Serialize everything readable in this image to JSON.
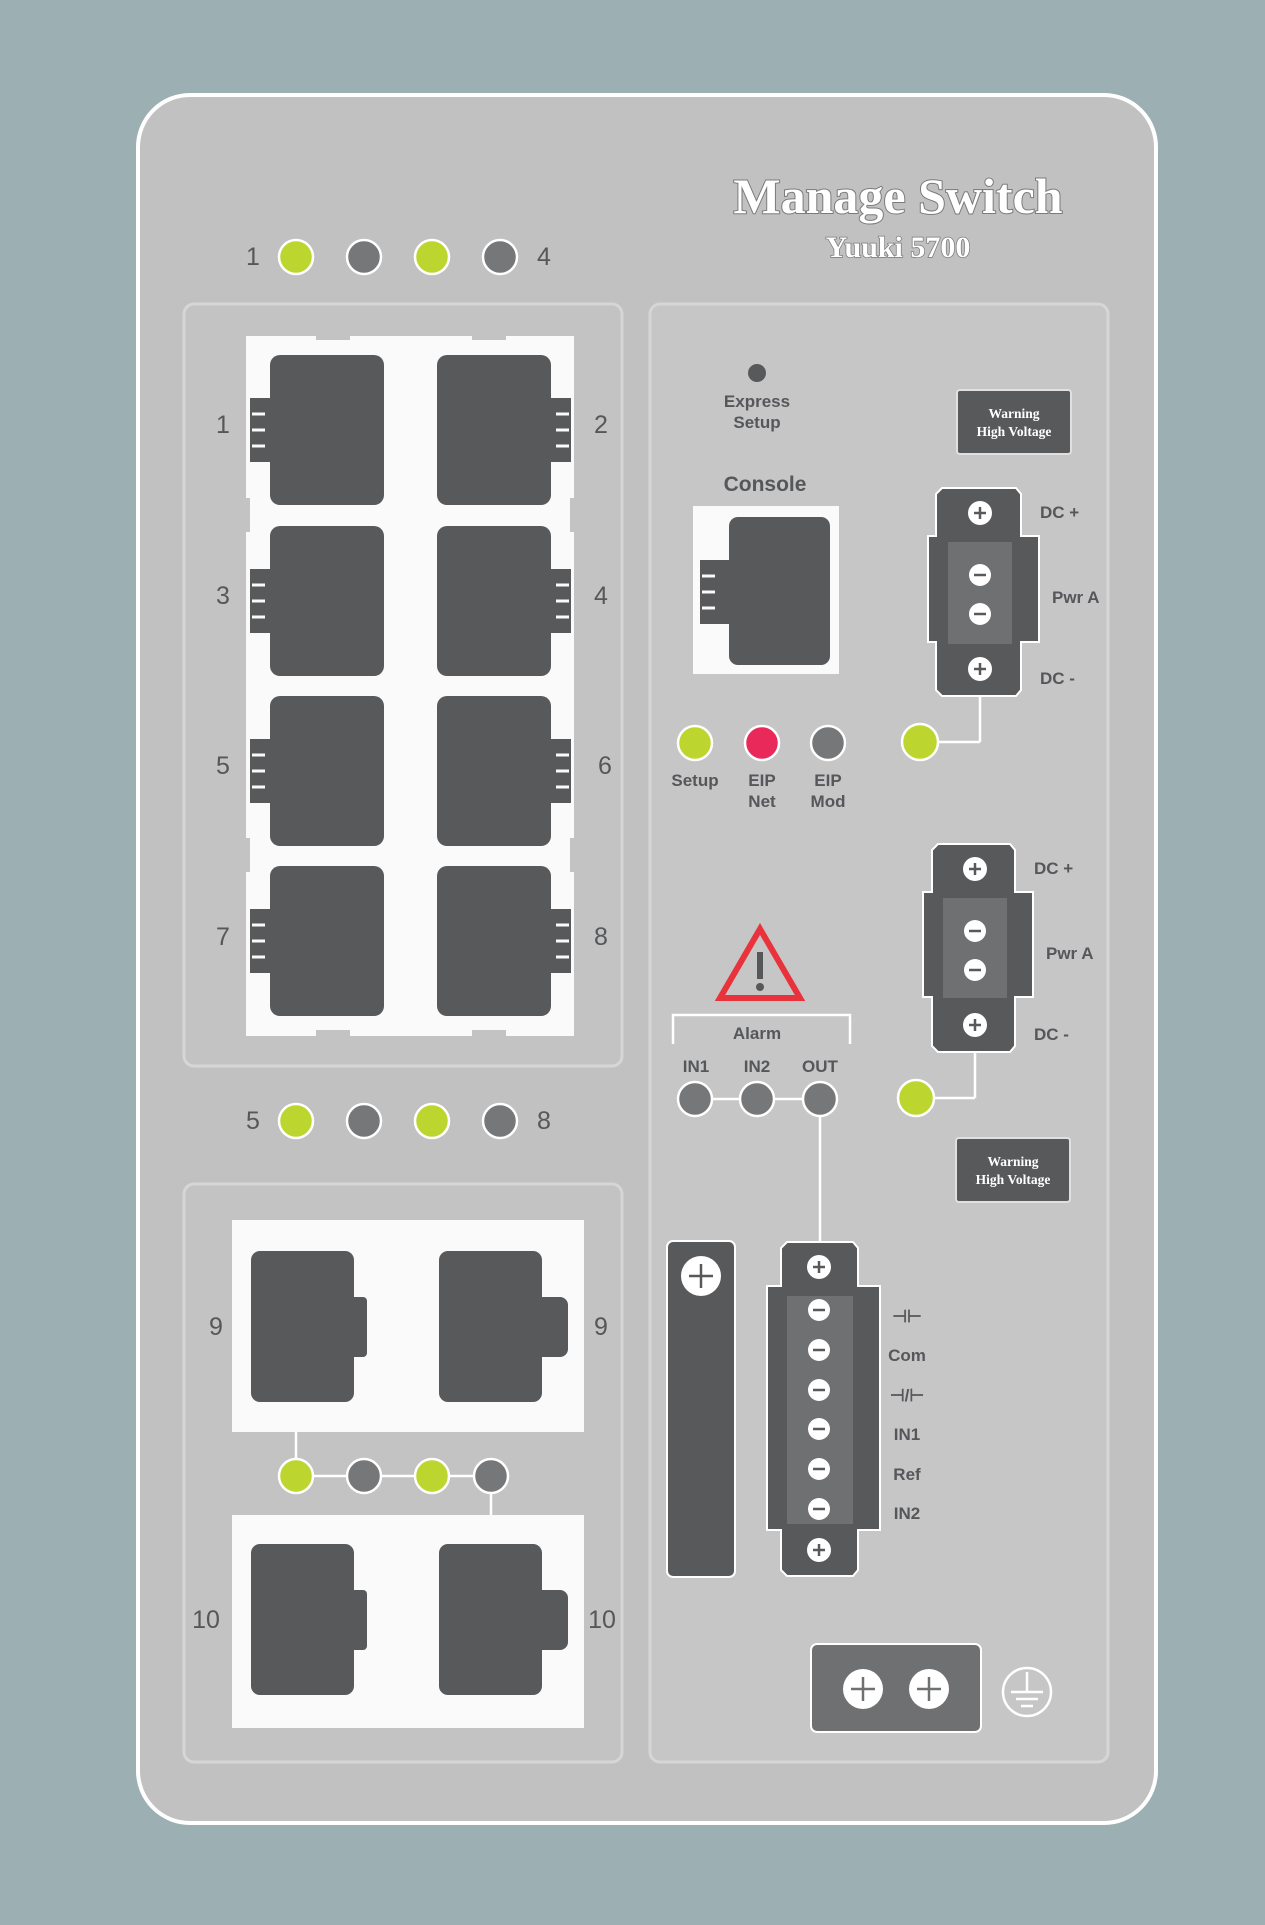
{
  "brand": {
    "title": "Manage Switch",
    "model": "Yuuki 5700"
  },
  "colors": {
    "led_on": "#bdd62f",
    "led_off": "#767778",
    "led_red": "#e8295a",
    "port_dark": "#58595b",
    "chassis": "#c2c2c2",
    "background": "#9cb0b3"
  },
  "top_leds": {
    "left_label": "1",
    "right_label": "4",
    "states": [
      "on",
      "off",
      "on",
      "off"
    ]
  },
  "mid_leds": {
    "left_label": "5",
    "right_label": "8",
    "states": [
      "on",
      "off",
      "on",
      "off"
    ]
  },
  "fiber_leds": {
    "states": [
      "on",
      "off",
      "on",
      "off"
    ]
  },
  "rj45_ports": {
    "left": [
      "1",
      "3",
      "5",
      "7"
    ],
    "right": [
      "2",
      "4",
      "6",
      "8"
    ]
  },
  "sfp_ports": {
    "port9_label": "9",
    "port10_label": "10"
  },
  "express_setup": {
    "line1": "Express",
    "line2": "Setup"
  },
  "console": {
    "label": "Console"
  },
  "status_leds": {
    "setup": {
      "label": "Setup",
      "state": "on"
    },
    "eip_net": {
      "line1": "EIP",
      "line2": "Net",
      "state": "red"
    },
    "eip_mod": {
      "line1": "EIP",
      "line2": "Mod",
      "state": "off"
    }
  },
  "warning_top": {
    "line1": "Warning",
    "line2": "High Voltage"
  },
  "warning_bottom": {
    "line1": "Warning",
    "line2": "High Voltage"
  },
  "power_a1": {
    "dc_plus": "DC +",
    "label": "Pwr A",
    "dc_minus": "DC -",
    "led": "on"
  },
  "power_a2": {
    "dc_plus": "DC +",
    "label": "Pwr A",
    "dc_minus": "DC -",
    "led": "on"
  },
  "alarm": {
    "title": "Alarm",
    "in1": "IN1",
    "in2": "IN2",
    "out": "OUT",
    "states": [
      "off",
      "off",
      "off"
    ]
  },
  "relay_terminal": {
    "labels": [
      "⊣⊢",
      "Com",
      "⊣/⊢",
      "IN1",
      "Ref",
      "IN2"
    ]
  }
}
